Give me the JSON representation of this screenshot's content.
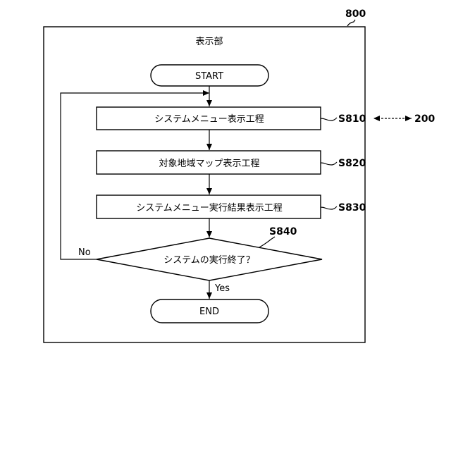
{
  "figure_number": "800",
  "external_ref": "200",
  "unit_title": "表示部",
  "nodes": {
    "start": "START",
    "step1": "システムメニュー表示工程",
    "step2": "対象地域マップ表示工程",
    "step3": "システムメニュー実行結果表示工程",
    "decision": "システムの実行終了？",
    "end": "END"
  },
  "step_refs": {
    "step1": "S810",
    "step2": "S820",
    "step3": "S830",
    "decision": "S840"
  },
  "branches": {
    "yes": "Yes",
    "no": "No"
  }
}
